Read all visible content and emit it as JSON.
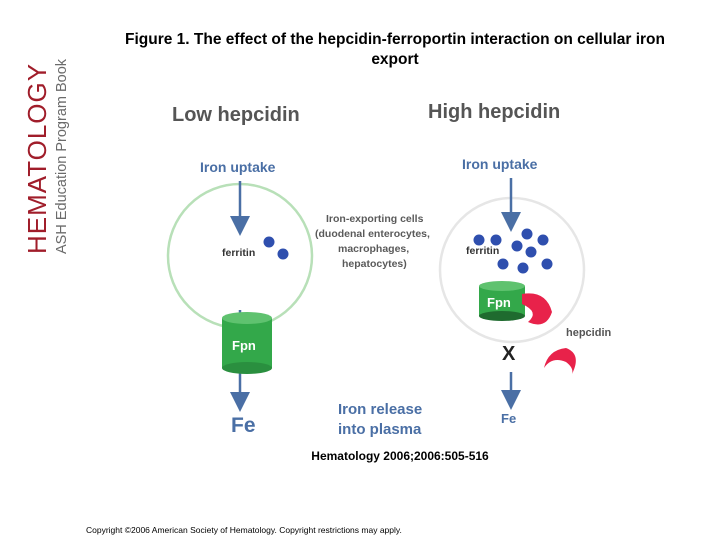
{
  "branding": {
    "journal": "HEMATOLOGY",
    "program": "ASH Education Program Book"
  },
  "title": "Figure 1. The effect of the hepcidin-ferroportin interaction on cellular iron export",
  "diagram": {
    "low_panel_title": "Low hepcidin",
    "high_panel_title": "High hepcidin",
    "iron_uptake_left": "Iron uptake",
    "iron_uptake_right": "Iron uptake",
    "ferritin_left": "ferritin",
    "ferritin_right": "ferritin",
    "fpn_left": "Fpn",
    "fpn_right": "Fpn",
    "fe_left": "Fe",
    "fe_right": "Fe",
    "hepcidin_label": "hepcidin",
    "block_mark": "X",
    "cells_label": {
      "line1": "Iron-exporting cells",
      "line2": "(duodenal enterocytes,",
      "line3": "macrophages,",
      "line4": "hepatocytes)"
    },
    "release_label": {
      "line1": "Iron release",
      "line2": "into plasma"
    },
    "colors": {
      "arrow": "#4a6fa5",
      "dot": "#2f4fae",
      "fpn_green": "#33a84a",
      "hepcidin_red": "#e8224a",
      "cell_outline": "#b8e0b8",
      "label_gray": "#5a5a5a",
      "label_blue": "#4a6fa5"
    }
  },
  "citation": "Hematology 2006;2006:505-516",
  "copyright": "Copyright ©2006 American Society of Hematology. Copyright restrictions may apply."
}
